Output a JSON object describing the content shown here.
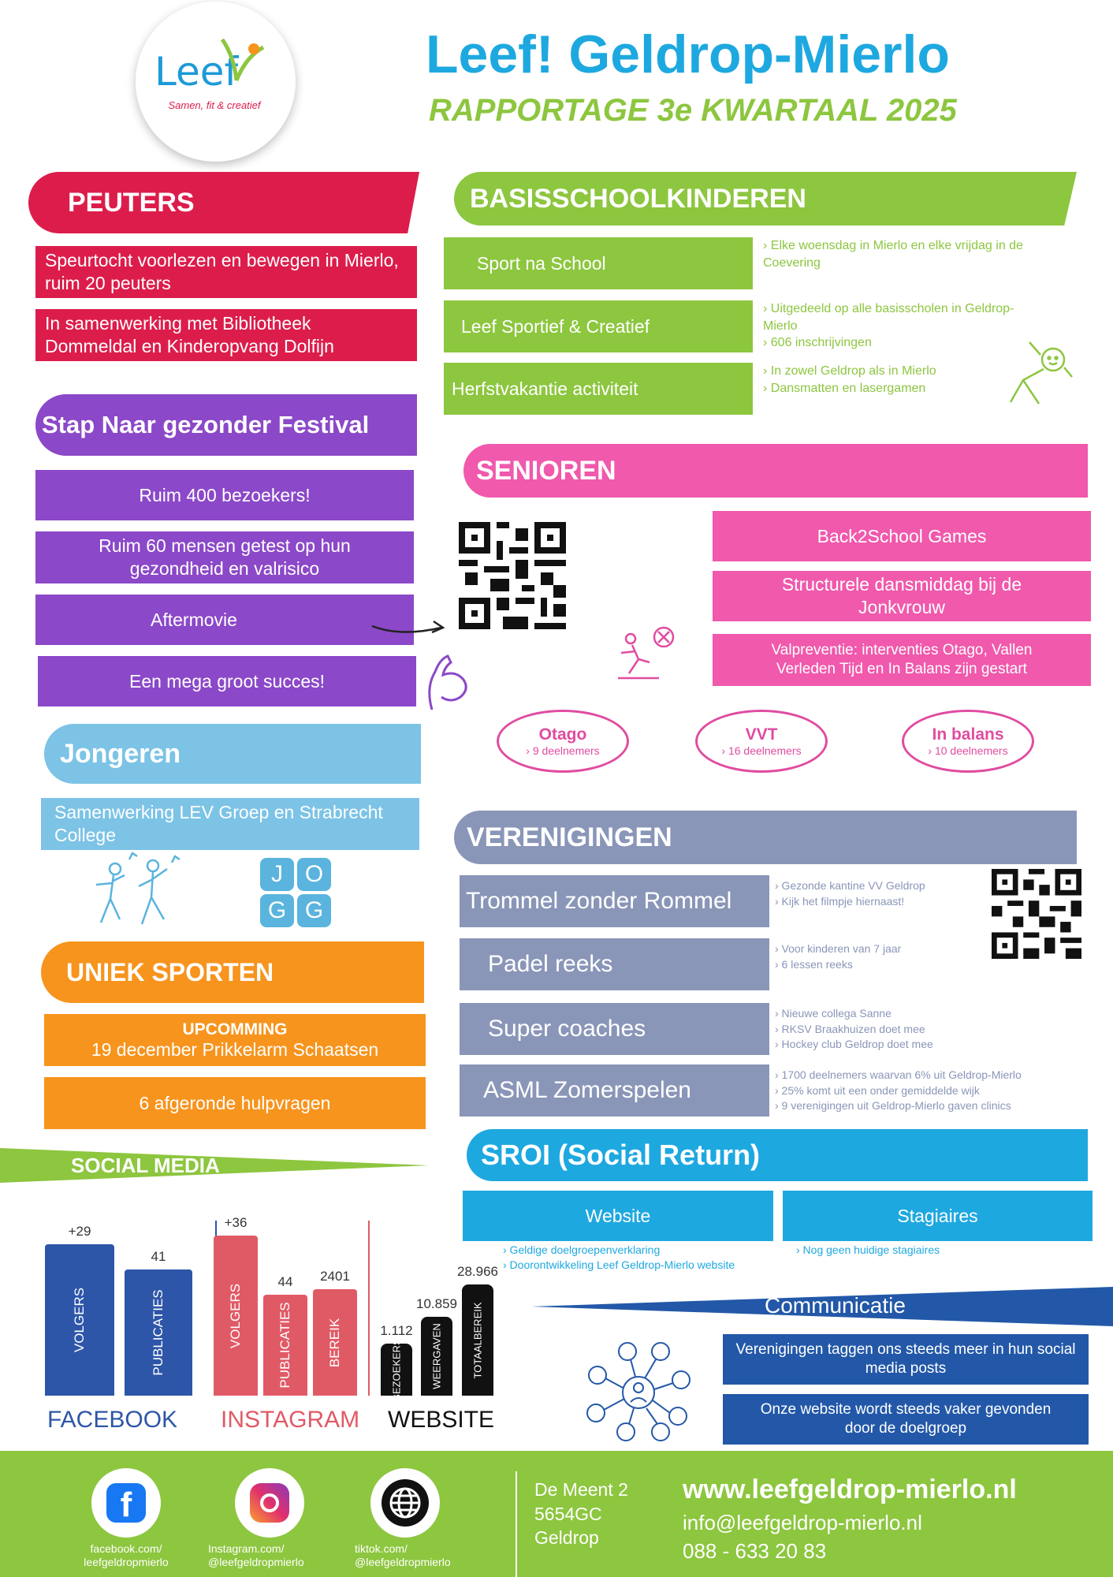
{
  "header": {
    "logo_text": "Leef",
    "logo_tagline": "Samen, fit & creatief",
    "title": "Leef! Geldrop-Mierlo",
    "subtitle": "RAPPORTAGE 3e KWARTAAL 2025"
  },
  "peuters": {
    "title": "PEUTERS",
    "items": [
      "Speurtocht voorlezen en bewegen in Mierlo, ruim 20 peuters",
      "In samenwerking met Bibliotheek Dommeldal en Kinderopvang Dolfijn"
    ]
  },
  "festival": {
    "title": "Stap Naar gezonder Festival",
    "items": [
      "Ruim 400 bezoekers!",
      "Ruim 60 mensen getest op hun gezondheid en valrisico",
      "Aftermovie",
      "Een mega groot succes!"
    ]
  },
  "jongeren": {
    "title": "Jongeren",
    "items": [
      "Samenwerking LEV Groep en Strabrecht College"
    ],
    "jogg": [
      "J",
      "O",
      "G",
      "G"
    ]
  },
  "uniek": {
    "title": "UNIEK SPORTEN",
    "upcoming_label": "UPCOMMING",
    "upcoming_text": "19 december Prikkelarm Schaatsen",
    "items": [
      "6 afgeronde hulpvragen"
    ]
  },
  "basis": {
    "title": "BASISSCHOOLKINDEREN",
    "rows": [
      {
        "label": "Sport na School",
        "notes": [
          "› Elke woensdag in Mierlo en elke vrijdag in de",
          "Coevering"
        ]
      },
      {
        "label": "Leef Sportief & Creatief",
        "notes": [
          "› Uitgedeeld op alle basisscholen in Geldrop-",
          "Mierlo",
          "› 606 inschrijvingen"
        ]
      },
      {
        "label": "Herfstvakantie activiteit",
        "notes": [
          "› In zowel Geldrop als in Mierlo",
          "› Dansmatten en lasergamen"
        ]
      }
    ]
  },
  "senioren": {
    "title": "SENIOREN",
    "items": [
      "Back2School Games",
      "Structurele dansmiddag bij de Jonkvrouw",
      "Valpreventie: interventies Otago, Vallen Verleden Tijd en In Balans zijn gestart"
    ],
    "pills": [
      {
        "name": "Otago",
        "sub": "› 9 deelnemers"
      },
      {
        "name": "VVT",
        "sub": "› 16 deelnemers"
      },
      {
        "name": "In balans",
        "sub": "› 10 deelnemers"
      }
    ]
  },
  "verenigingen": {
    "title": "VERENIGINGEN",
    "rows": [
      {
        "label": "Trommel zonder Rommel",
        "notes": [
          "› Gezonde kantine VV Geldrop",
          "› Kijk het filmpje hiernaast!"
        ]
      },
      {
        "label": "Padel reeks",
        "notes": [
          "› Voor kinderen van 7 jaar",
          "› 6 lessen reeks"
        ]
      },
      {
        "label": "Super coaches",
        "notes": [
          "› Nieuwe collega Sanne",
          "› RKSV Braakhuizen doet mee",
          "› Hockey club Geldrop doet mee"
        ]
      },
      {
        "label": "ASML Zomerspelen",
        "notes": [
          "› 1700 deelnemers waarvan 6% uit Geldrop-Mierlo",
          "› 25% komt uit een onder gemiddelde wijk",
          "› 9 verenigingen uit Geldrop-Mierlo gaven clinics"
        ]
      }
    ]
  },
  "sroi": {
    "title": "SROI (Social Return)",
    "cols": [
      {
        "label": "Website",
        "notes": [
          "› Geldige doelgroepenverklaring",
          "› Doorontwikkeling Leef Geldrop-Mierlo website"
        ]
      },
      {
        "label": "Stagiaires",
        "notes": [
          "› Nog geen huidige stagiaires"
        ]
      }
    ]
  },
  "communicatie": {
    "title": "Communicatie",
    "items": [
      "Verenigingen taggen ons steeds meer in hun social media posts",
      "Onze website wordt steeds vaker gevonden door de doelgroep"
    ]
  },
  "social": {
    "title": "SOCIAL MEDIA",
    "groups": [
      {
        "name": "FACEBOOK",
        "color": "#2d56a8",
        "bars": [
          {
            "label": "VOLGERS",
            "value": "+29",
            "h": 0.84
          },
          {
            "label": "PUBLICATIES",
            "value": "41",
            "h": 0.7
          }
        ]
      },
      {
        "name": "INSTAGRAM",
        "color": "#e05a66",
        "bars": [
          {
            "label": "VOLGERS",
            "value": "+36",
            "h": 0.89
          },
          {
            "label": "PUBLICATIES",
            "value": "44",
            "h": 0.56
          },
          {
            "label": "BEREIK",
            "value": "2401",
            "h": 0.59
          }
        ]
      },
      {
        "name": "WEBSITE",
        "color": "#111111",
        "bars": [
          {
            "label": "BEZOEKERS",
            "value": "1.112",
            "h": 0.29
          },
          {
            "label": "WEERGAVEN",
            "value": "10.859",
            "h": 0.44
          },
          {
            "label": "TOTAALBEREIK",
            "value": "28.966",
            "h": 0.62
          }
        ]
      }
    ]
  },
  "footer": {
    "socials": [
      {
        "icon": "facebook-icon",
        "text1": "facebook.com/",
        "text2": "leefgeldropmierlo"
      },
      {
        "icon": "instagram-icon",
        "text1": "Instagram.com/",
        "text2": "@leefgeldropmierlo"
      },
      {
        "icon": "globe-icon",
        "text1": "tiktok.com/",
        "text2": "@leefgeldropmierlo"
      }
    ],
    "address": [
      "De Meent 2",
      "5654GC",
      "Geldrop"
    ],
    "website": "www.leefgeldrop-mierlo.nl",
    "email": "info@leefgeldrop-mierlo.nl",
    "phone": "088 - 633 20 83"
  },
  "colors": {
    "red": "#dc1d4b",
    "purple": "#8b48c8",
    "lightblue": "#7cc3e6",
    "orange": "#f7941d",
    "green": "#8dc63f",
    "pink": "#f059ac",
    "slate": "#8a96b8",
    "cyan": "#1ea8e0",
    "navy": "#2358a8"
  }
}
